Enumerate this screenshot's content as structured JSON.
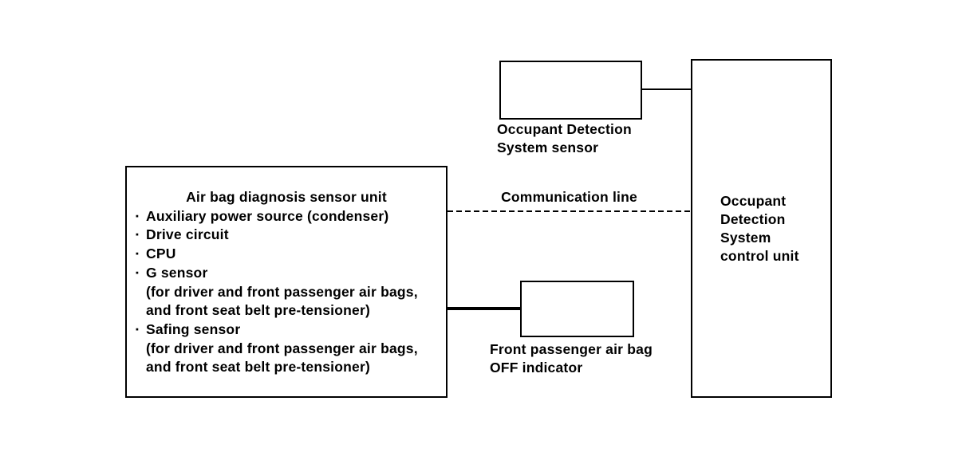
{
  "diagram": {
    "left_box": {
      "title": "Air bag diagnosis sensor unit",
      "items": [
        {
          "marker": "▪",
          "text": "Auxiliary power source (condenser)"
        },
        {
          "marker": "▪",
          "text": "Drive circuit"
        },
        {
          "marker": "▪",
          "text": "CPU"
        },
        {
          "marker": "▪",
          "text": "G sensor"
        },
        {
          "marker": "",
          "text": "(for driver and front passenger air bags,"
        },
        {
          "marker": "",
          "text": "and front seat belt pre-tensioner)"
        },
        {
          "marker": "▪",
          "text": "Safing sensor"
        },
        {
          "marker": "",
          "text": "(for driver and front passenger air bags,"
        },
        {
          "marker": "",
          "text": "and front seat belt pre-tensioner)"
        }
      ]
    },
    "sensor_box_label": {
      "line1": "Occupant Detection",
      "line2": "System sensor"
    },
    "control_unit_box": {
      "line1": "Occupant",
      "line2": "Detection",
      "line3": "System",
      "line4": "control unit"
    },
    "indicator_box_label": {
      "line1": "Front passenger air bag",
      "line2": "OFF indicator"
    },
    "communication_line_label": "Communication line",
    "colors": {
      "line": "#000000",
      "background": "#ffffff"
    }
  }
}
